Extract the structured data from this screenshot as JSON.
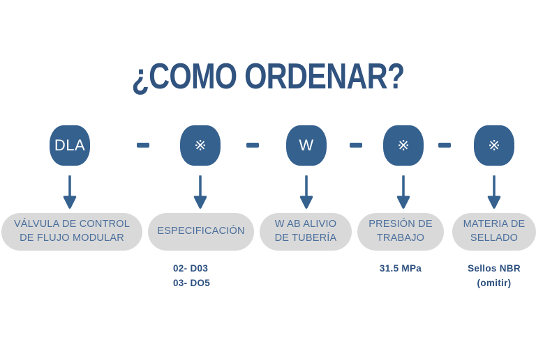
{
  "title": "¿COMO ORDENAR?",
  "colors": {
    "accent_blue": "#35618f",
    "title_blue": "#30537f",
    "label_bg": "#d9d9d9",
    "label_text": "#4a6e9c",
    "note_text": "#2b4f7e",
    "page_bg": "#ffffff"
  },
  "separator": "–",
  "segments": [
    {
      "code": "DLA",
      "code_kind": "text",
      "label": "VÁLVULA DE CONTROL\nDE FLUJO MODULAR",
      "note": ""
    },
    {
      "code": "※",
      "code_kind": "symbol",
      "label": "ESPECIFICACIÓN",
      "note": "02- D03\n03- DO5"
    },
    {
      "code": "W",
      "code_kind": "text",
      "label": "W AB ALIVIO\nDE TUBERÍA",
      "note": ""
    },
    {
      "code": "※",
      "code_kind": "symbol",
      "label": "PRESIÓN DE\nTRABAJO",
      "note": "31.5 MPa"
    },
    {
      "code": "※",
      "code_kind": "symbol",
      "label": "MATERIA DE\nSELLADO",
      "note": "Sellos NBR\n(omitir)"
    }
  ]
}
